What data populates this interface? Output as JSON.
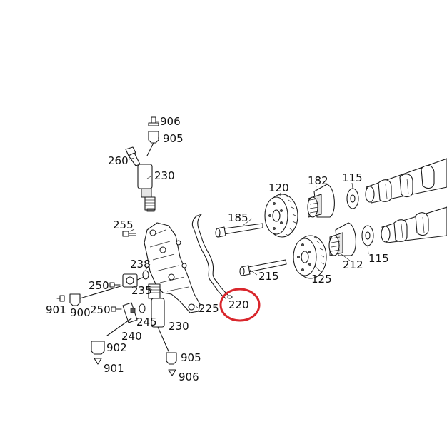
{
  "diagram": {
    "labels": {
      "p906a": "906",
      "p905a": "905",
      "p260": "260",
      "p230a": "230",
      "p255": "255",
      "p238": "238",
      "p250a": "250",
      "p235": "235",
      "p901a": "901",
      "p900": "900",
      "p250b": "250",
      "p245": "245",
      "p240": "240",
      "p902": "902",
      "p901b": "901",
      "p230b": "230",
      "p905b": "905",
      "p906b": "906",
      "p225": "225",
      "p220": "220",
      "p185": "185",
      "p215": "215",
      "p120": "120",
      "p182": "182",
      "p115a": "115",
      "p125": "125",
      "p212": "212",
      "p115b": "115"
    },
    "highlight_color": "#d9262c"
  }
}
